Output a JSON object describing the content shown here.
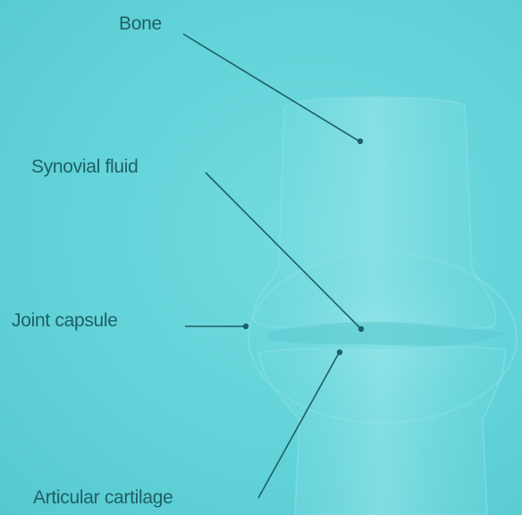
{
  "labels": {
    "bone": "Bone",
    "synovial_fluid": "Synovial fluid",
    "joint_capsule": "Joint capsule",
    "articular_cartilage": "Articular cartilage"
  },
  "colors": {
    "background": "#62d3d9",
    "text": "#1f5f66",
    "leader_line": "#1d5e66",
    "bone_fill": "#8fe3e7"
  }
}
